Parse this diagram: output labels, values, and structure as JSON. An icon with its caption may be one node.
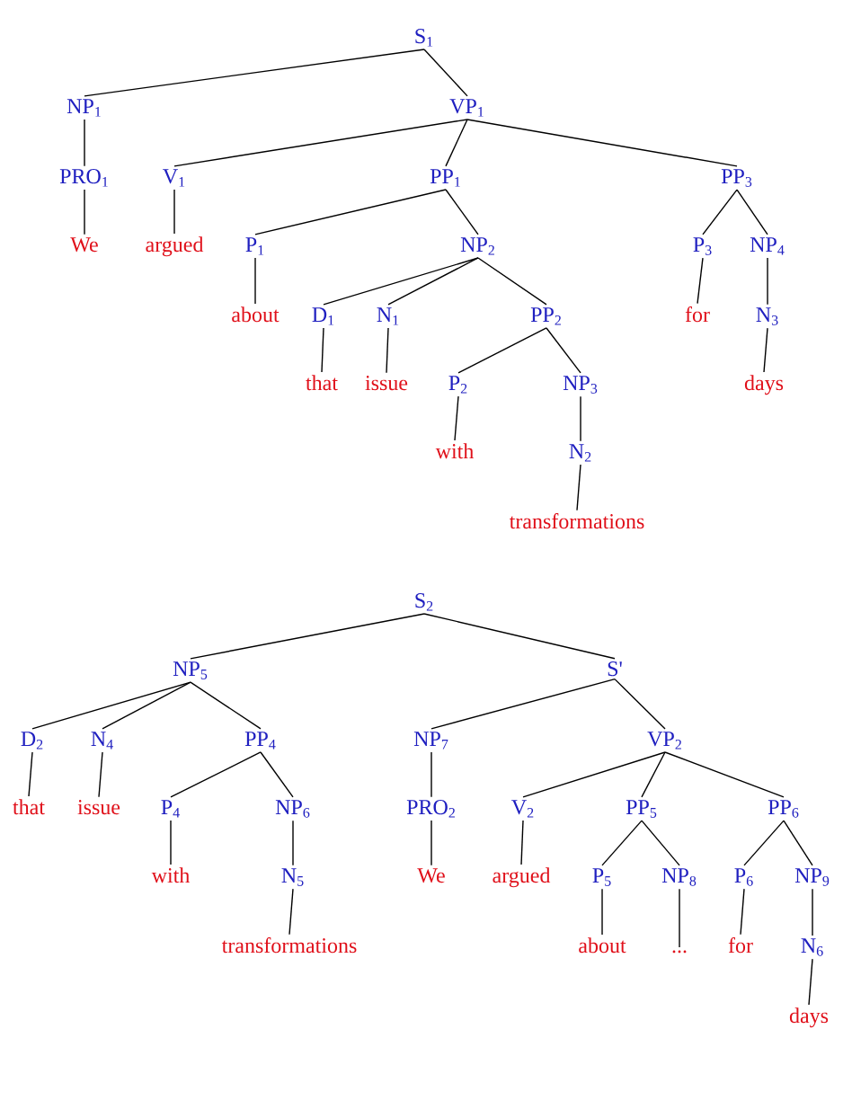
{
  "diagram": {
    "nodes": [
      {
        "text": [
          "S$_{1}$"
        ]
      },
      {
        "text": [
          "NP$_{1}$"
        ]
      },
      {
        "text": [
          "VP$_{1}$"
        ]
      },
      {
        "text": [
          "PRO$_{1}$"
        ]
      },
      {
        "text": [
          "V$_{1}$"
        ]
      },
      {
        "text": [
          "PP$_{1}$"
        ]
      },
      {
        "text": [
          "PP$_{3}$"
        ]
      },
      {
        "text": [
          "We"
        ]
      },
      {
        "text": [
          "argued"
        ]
      },
      {
        "text": [
          "P$_{1}$"
        ]
      },
      {
        "text": [
          "NP$_{2}$"
        ]
      },
      {
        "text": [
          "P$_{3}$"
        ]
      },
      {
        "text": [
          "NP$_{4}$"
        ]
      },
      {
        "text": [
          "about"
        ]
      },
      {
        "text": [
          "D$_{1}$"
        ]
      },
      {
        "text": [
          "N$_{1}$"
        ]
      },
      {
        "text": [
          "PP$_{2}$"
        ]
      },
      {
        "text": [
          "for"
        ]
      },
      {
        "text": [
          "N$_{3}$"
        ]
      },
      {
        "text": [
          "that"
        ]
      },
      {
        "text": [
          "issue"
        ]
      },
      {
        "text": [
          "P$_{2}$"
        ]
      },
      {
        "text": [
          "NP$_{3}$"
        ]
      },
      {
        "text": [
          "days"
        ]
      },
      {
        "text": [
          "with"
        ]
      },
      {
        "text": [
          "N$_{2}$"
        ]
      },
      {
        "text": [
          "transformations"
        ]
      },
      {
        "text": [
          "S$_{2}$"
        ]
      },
      {
        "text": [
          "NP$_{5}$"
        ]
      },
      {
        "text": [
          "S'"
        ]
      },
      {
        "text": [
          "D$_{2}$"
        ]
      },
      {
        "text": [
          "N$_{4}$"
        ]
      },
      {
        "text": [
          "PP$_{4}$"
        ]
      },
      {
        "text": [
          "NP$_{7}$"
        ]
      },
      {
        "text": [
          "VP$_{2}$"
        ]
      },
      {
        "text": [
          "that"
        ]
      },
      {
        "text": [
          "issue"
        ]
      },
      {
        "text": [
          "P$_{4}$"
        ]
      },
      {
        "text": [
          "NP$_{6}$"
        ]
      },
      {
        "text": [
          "PRO$_{2}$"
        ]
      },
      {
        "text": [
          "V$_{2}$"
        ]
      },
      {
        "text": [
          "PP$_{5}$"
        ]
      },
      {
        "text": [
          "PP$_{6}$"
        ]
      },
      {
        "text": [
          "with"
        ]
      },
      {
        "text": [
          "N$_{5}$"
        ]
      },
      {
        "text": [
          "We"
        ]
      },
      {
        "text": [
          "argued"
        ]
      },
      {
        "text": [
          "P$_{5}$"
        ]
      },
      {
        "text": [
          "NP$_{8}$"
        ]
      },
      {
        "text": [
          "P$_{6}$"
        ]
      },
      {
        "text": [
          "NP$_{9}$"
        ]
      },
      {
        "text": [
          "transformations"
        ]
      },
      {
        "text": [
          "about"
        ]
      },
      {
        "text": [
          "..."
        ]
      },
      {
        "text": [
          "for"
        ]
      },
      {
        "text": [
          "N$_{6}$"
        ]
      },
      {
        "text": [
          "days"
        ]
      }
    ],
    "edges": [
      {
        "from": 0,
        "to": 1,
        "arrow": "none"
      },
      {
        "from": 0,
        "to": 2,
        "arrow": "none"
      },
      {
        "from": 1,
        "to": 3,
        "arrow": "none"
      },
      {
        "from": 2,
        "to": 4,
        "arrow": "none"
      },
      {
        "from": 2,
        "to": 5,
        "arrow": "none"
      },
      {
        "from": 2,
        "to": 6,
        "arrow": "none"
      },
      {
        "from": 3,
        "to": 7,
        "arrow": "none"
      },
      {
        "from": 4,
        "to": 8,
        "arrow": "none"
      },
      {
        "from": 5,
        "to": 9,
        "arrow": "none"
      },
      {
        "from": 5,
        "to": 10,
        "arrow": "none"
      },
      {
        "from": 6,
        "to": 11,
        "arrow": "none"
      },
      {
        "from": 6,
        "to": 12,
        "arrow": "none"
      },
      {
        "from": 9,
        "to": 13,
        "arrow": "none"
      },
      {
        "from": 10,
        "to": 14,
        "arrow": "none"
      },
      {
        "from": 10,
        "to": 15,
        "arrow": "none"
      },
      {
        "from": 10,
        "to": 16,
        "arrow": "none"
      },
      {
        "from": 11,
        "to": 17,
        "arrow": "none"
      },
      {
        "from": 12,
        "to": 18,
        "arrow": "none"
      },
      {
        "from": 14,
        "to": 19,
        "arrow": "none"
      },
      {
        "from": 15,
        "to": 20,
        "arrow": "none"
      },
      {
        "from": 16,
        "to": 21,
        "arrow": "none"
      },
      {
        "from": 16,
        "to": 22,
        "arrow": "none"
      },
      {
        "from": 18,
        "to": 23,
        "arrow": "none"
      },
      {
        "from": 21,
        "to": 24,
        "arrow": "none"
      },
      {
        "from": 22,
        "to": 25,
        "arrow": "none"
      },
      {
        "from": 25,
        "to": 26,
        "arrow": "none"
      },
      {
        "from": 27,
        "to": 28,
        "arrow": "none"
      },
      {
        "from": 27,
        "to": 29,
        "arrow": "none"
      },
      {
        "from": 28,
        "to": 30,
        "arrow": "none"
      },
      {
        "from": 28,
        "to": 31,
        "arrow": "none"
      },
      {
        "from": 28,
        "to": 32,
        "arrow": "none"
      },
      {
        "from": 29,
        "to": 33,
        "arrow": "none"
      },
      {
        "from": 29,
        "to": 34,
        "arrow": "none"
      },
      {
        "from": 30,
        "to": 35,
        "arrow": "none"
      },
      {
        "from": 31,
        "to": 36,
        "arrow": "none"
      },
      {
        "from": 32,
        "to": 37,
        "arrow": "none"
      },
      {
        "from": 32,
        "to": 38,
        "arrow": "none"
      },
      {
        "from": 33,
        "to": 39,
        "arrow": "none"
      },
      {
        "from": 34,
        "to": 40,
        "arrow": "none"
      },
      {
        "from": 34,
        "to": 41,
        "arrow": "none"
      },
      {
        "from": 34,
        "to": 42,
        "arrow": "none"
      },
      {
        "from": 37,
        "to": 43,
        "arrow": "none"
      },
      {
        "from": 38,
        "to": 44,
        "arrow": "none"
      },
      {
        "from": 39,
        "to": 45,
        "arrow": "none"
      },
      {
        "from": 40,
        "to": 46,
        "arrow": "none"
      },
      {
        "from": 41,
        "to": 47,
        "arrow": "none"
      },
      {
        "from": 41,
        "to": 48,
        "arrow": "none"
      },
      {
        "from": 42,
        "to": 49,
        "arrow": "none"
      },
      {
        "from": 42,
        "to": 50,
        "arrow": "none"
      },
      {
        "from": 44,
        "to": 51,
        "arrow": "none"
      },
      {
        "from": 47,
        "to": 52,
        "arrow": "none"
      },
      {
        "from": 48,
        "to": 53,
        "arrow": "none"
      },
      {
        "from": 49,
        "to": 54,
        "arrow": "none"
      },
      {
        "from": 50,
        "to": 55,
        "arrow": "none"
      },
      {
        "from": 55,
        "to": 56,
        "arrow": "none"
      }
    ]
  }
}
